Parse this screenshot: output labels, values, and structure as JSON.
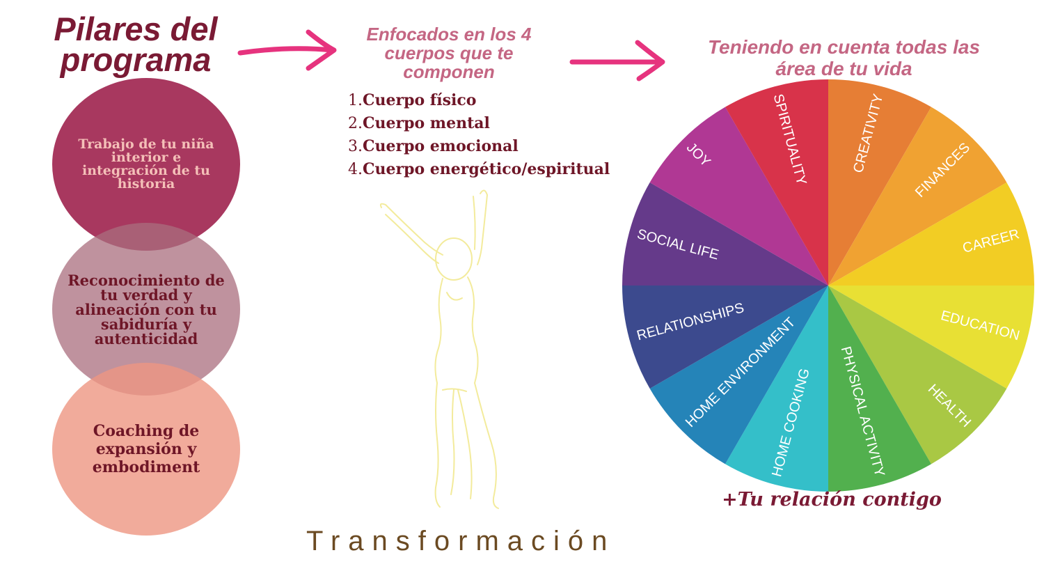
{
  "header": {
    "title_line1": "Pilares del",
    "title_line2": "programa"
  },
  "pillars": [
    {
      "label": "Trabajo de tu niña interior e integración de tu historia",
      "color": "#a8385f"
    },
    {
      "label": "Reconocimiento de tu verdad y alineación con tu sabiduría y autenticidad",
      "color": "#b07a86"
    },
    {
      "label": "Coaching de expansión y embodiment",
      "color": "#f0a898"
    }
  ],
  "bodies": {
    "heading": "Enfocados en los 4 cuerpos que te componen",
    "items": [
      {
        "num": "1.",
        "label": "Cuerpo físico"
      },
      {
        "num": "2.",
        "label": "Cuerpo mental"
      },
      {
        "num": "3.",
        "label": "Cuerpo emocional"
      },
      {
        "num": "4.",
        "label": "Cuerpo energético/espiritual"
      }
    ]
  },
  "wheel": {
    "heading": "Teniendo en cuenta todas las área de tu vida",
    "footer": "+Tu relación contigo",
    "segments": [
      {
        "label": "CREATIVITY",
        "color": "#e67e35"
      },
      {
        "label": "FINANCES",
        "color": "#f0a232"
      },
      {
        "label": "CAREER",
        "color": "#f2cd24"
      },
      {
        "label": "EDUCATION",
        "color": "#e8e034"
      },
      {
        "label": "HEALTH",
        "color": "#a9c844"
      },
      {
        "label": "PHYSICAL ACTIVITY",
        "color": "#52b04e"
      },
      {
        "label": "HOME COOKING",
        "color": "#34bfc9"
      },
      {
        "label": "HOME ENVIRONMENT",
        "color": "#2584b8"
      },
      {
        "label": "RELATIONSHIPS",
        "color": "#3c4a8e"
      },
      {
        "label": "SOCIAL LIFE",
        "color": "#653a8a"
      },
      {
        "label": "JOY",
        "color": "#b03894"
      },
      {
        "label": "SPIRITUALITY",
        "color": "#d8334a"
      }
    ]
  },
  "footer": {
    "label": "Transformación"
  },
  "colors": {
    "arrow": "#e6337e",
    "figure_outline": "#f3eb9c"
  }
}
